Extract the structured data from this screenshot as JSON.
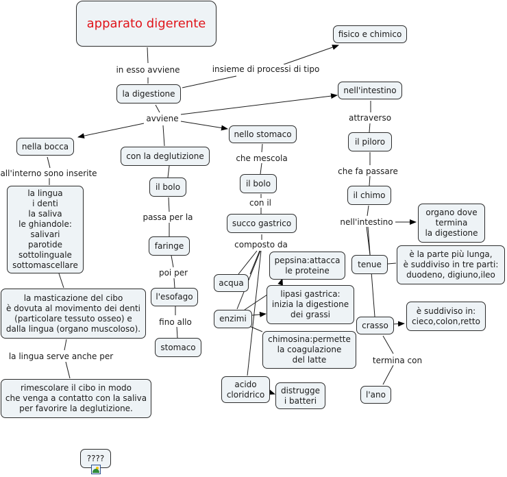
{
  "title": "apparato digerente",
  "nodes": {
    "root": "apparato digerente",
    "digestione": "la digestione",
    "fisico": "fisico e chimico",
    "intestino": "nell'intestino",
    "bocca": "nella bocca",
    "deglutizione": "con la deglutizione",
    "stomaco_top": "nello stomaco",
    "piloro": "il piloro",
    "lingua_list": "la lingua\ni denti\nla saliva\nle ghiandole:\nsalivari\nparotide\nsottolinguale\nsottomascellare",
    "bolo1": "il bolo",
    "bolo2": "il bolo",
    "chimo": "il chimo",
    "faringe": "faringe",
    "succo": "succo gastrico",
    "organo": "organo dove\ntermina\nla digestione",
    "pepsina": "pepsina:attacca\nle proteine",
    "tenue": "tenue",
    "tenue_desc": "è la parte più lunga,\nè suddiviso in tre parti:\nduodeno, digiuno,ileo",
    "acqua": "acqua",
    "esofago": "l'esofago",
    "masticazione": "la masticazione del cibo\nè dovuta al movimento dei denti\n(particolare tessuto osseo) e\ndalla lingua (organo muscoloso).",
    "lipasi": "lipasi gastrica:\ninizia la digestione\ndei grassi",
    "enzimi": "enzimi",
    "crasso": "crasso",
    "crasso_desc": "è suddiviso in:\ncieco,colon,retto",
    "stomaco_end": "stomaco",
    "chimosina": "chimosina:permette\nla coagulazione\ndel latte",
    "rimescolare": "rimescolare il cibo in modo\nche venga a contatto con la saliva\nper favorire la deglutizione.",
    "acido": "acido\ncloridrico",
    "batteri": "distrugge\ni batteri",
    "ano": "l'ano",
    "unknown": "????"
  },
  "labels": {
    "in_esso": "in esso avviene",
    "insieme": "insieme di processi di tipo",
    "avviene": "avviene",
    "attraverso": "attraverso",
    "allinterno": "all'interno sono inserite",
    "che_mescola": "che mescola",
    "che_fa_passare": "che fa passare",
    "passa_per": "passa per la",
    "con_il": "con il",
    "nellintestino": "nell'intestino",
    "composto_da": "composto da",
    "poi_per": "poi per",
    "fino_allo": "fino allo",
    "lingua_serve": "la lingua serve anche per",
    "termina_con": "termina con"
  },
  "icons": {
    "image_attachment": "image-icon"
  },
  "colors": {
    "node_fill": "#eef3f6",
    "node_border": "#2b2b2b",
    "root_text": "#e0141a"
  }
}
